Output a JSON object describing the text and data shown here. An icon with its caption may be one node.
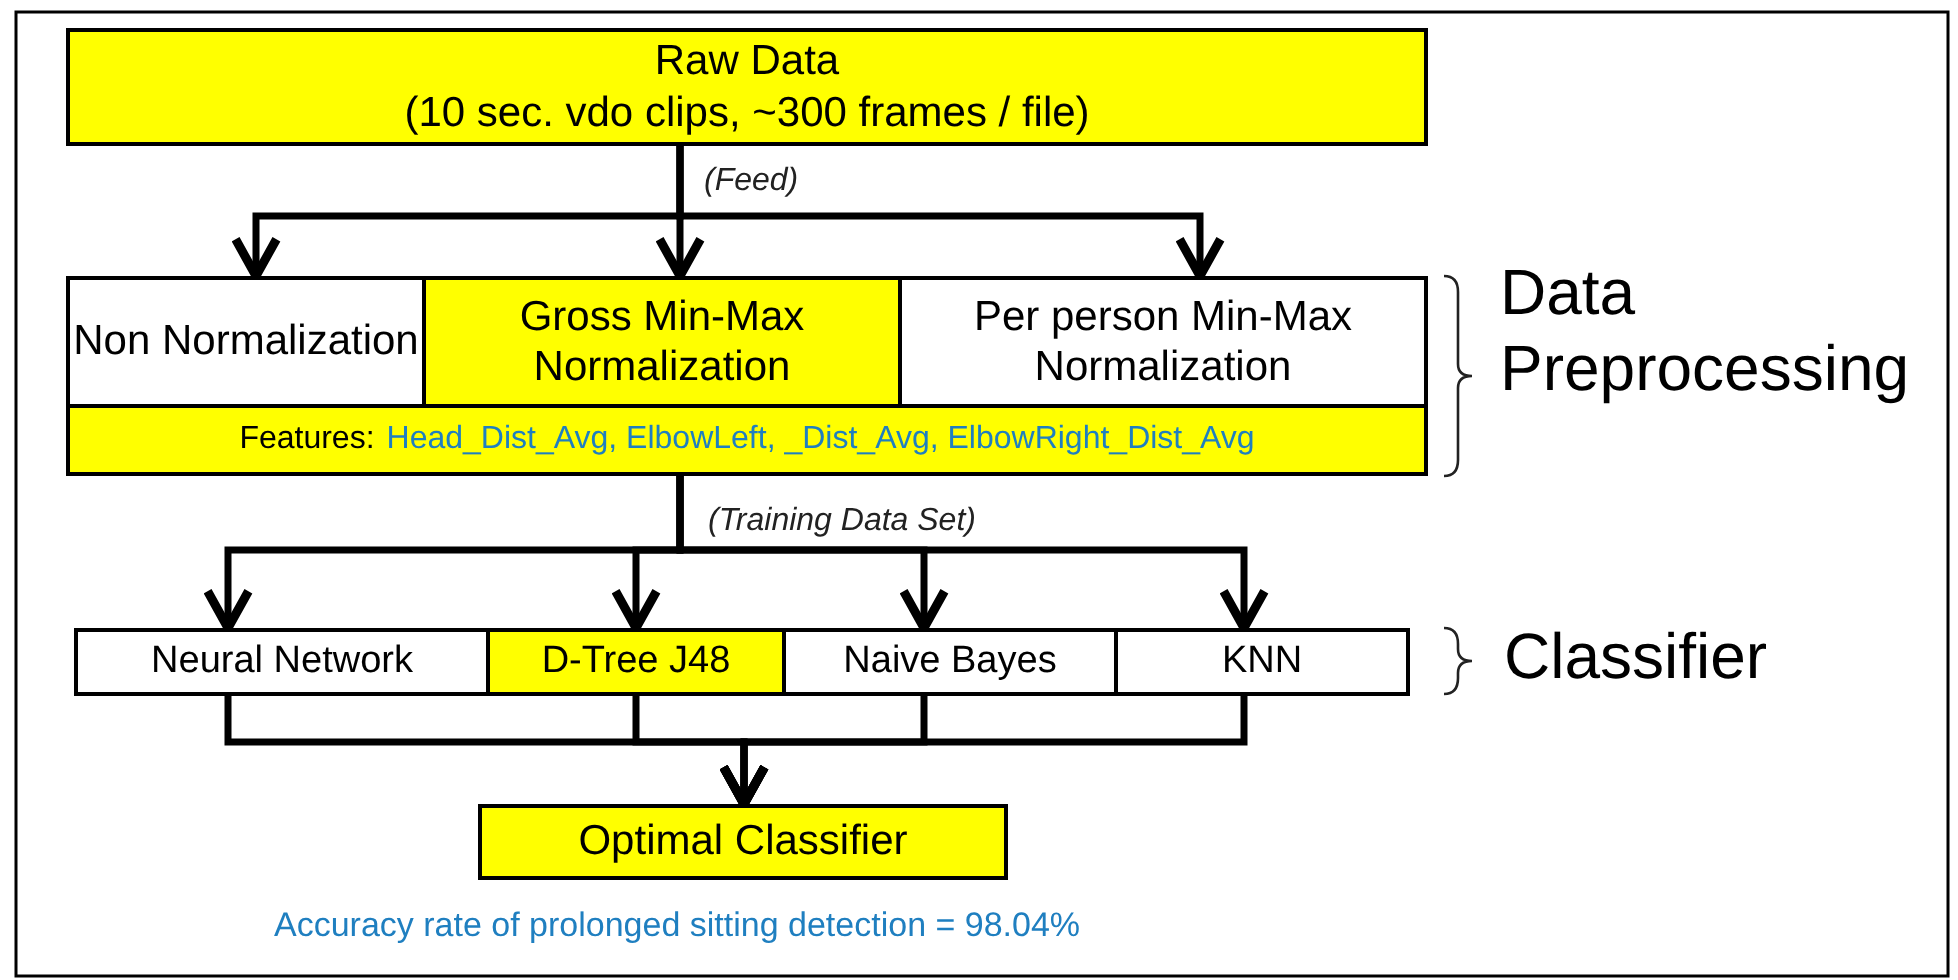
{
  "diagram": {
    "nodes": [
      {
        "text": [
          "Raw Data",
          "(10 sec. vdo clips, ~300 frames / file)"
        ]
      },
      {
        "text": [
          "Non Normalization"
        ]
      },
      {
        "text": [
          "Gross Min-Max Normalization"
        ]
      },
      {
        "text": [
          "Per person Min-Max Normalization"
        ]
      },
      {
        "text": [
          "Features:",
          "Head_Dist_Avg, ElbowLeft, _Dist_Avg, ElbowRight_Dist_Avg"
        ]
      },
      {
        "text": [
          "Neural Network"
        ]
      },
      {
        "text": [
          "D-Tree J48"
        ]
      },
      {
        "text": [
          "Naive Bayes"
        ]
      },
      {
        "text": [
          "KNN"
        ]
      },
      {
        "text": [
          "Optimal Classifier"
        ]
      }
    ],
    "edges": [
      {
        "from": 0,
        "to": 1,
        "arrow": "to"
      },
      {
        "from": 0,
        "to": 2,
        "arrow": "to",
        "label": "(Feed)"
      },
      {
        "from": 0,
        "to": 3,
        "arrow": "to"
      },
      {
        "from": 4,
        "to": 5,
        "arrow": "to"
      },
      {
        "from": 4,
        "to": 6,
        "arrow": "to",
        "label": "(Training Data Set)"
      },
      {
        "from": 4,
        "to": 7,
        "arrow": "to"
      },
      {
        "from": 4,
        "to": 8,
        "arrow": "to"
      },
      {
        "from": 5,
        "to": 9,
        "arrow": "to"
      },
      {
        "from": 6,
        "to": 9,
        "arrow": "to"
      },
      {
        "from": 7,
        "to": 9,
        "arrow": "to"
      },
      {
        "from": 8,
        "to": 9,
        "arrow": "to"
      }
    ],
    "labels": [
      "Data Preprocessing",
      "Classifier",
      "Accuracy rate of prolonged sitting detection = 98.04%"
    ]
  }
}
